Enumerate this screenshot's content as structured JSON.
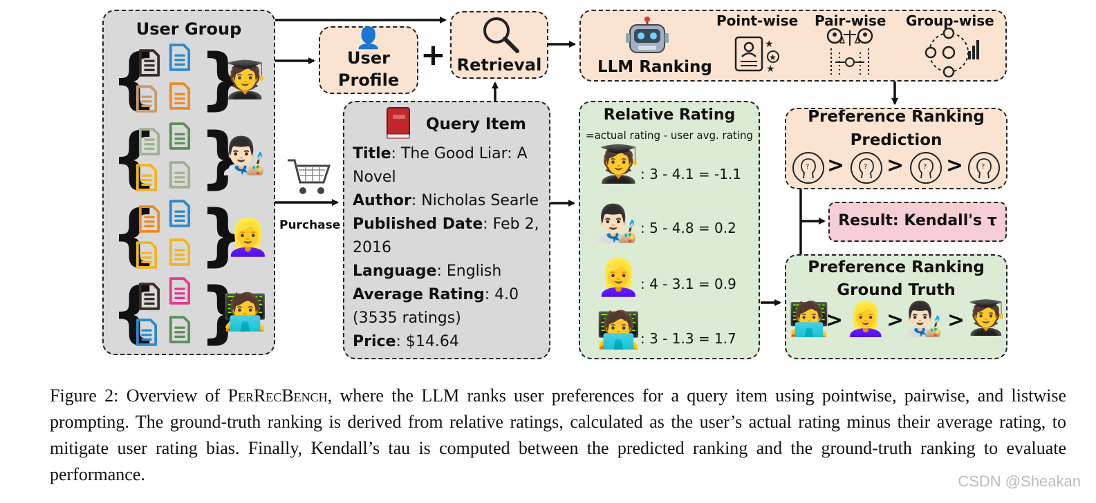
{
  "user_group": {
    "title": "User Group"
  },
  "purchase_label": "Purchase",
  "user_profile": {
    "line1": "User",
    "line2": "Profile"
  },
  "plus": "+",
  "retrieval": {
    "label": "Retrieval"
  },
  "llm_ranking": {
    "label": "LLM Ranking",
    "modes": [
      "Point-wise",
      "Pair-wise",
      "Group-wise"
    ]
  },
  "query_item": {
    "title": "Query Item",
    "fields": [
      {
        "key": "Title",
        "value": ": The Good Liar: A"
      },
      {
        "key": "",
        "value": "Novel"
      },
      {
        "key": "Author",
        "value": ": Nicholas Searle"
      },
      {
        "key": "Published Date",
        "value": ": Feb 2,"
      },
      {
        "key": "",
        "value": "2016"
      },
      {
        "key": "Language",
        "value": ": English"
      },
      {
        "key": "Average Rating",
        "value": ": 4.0"
      },
      {
        "key": "",
        "value": "(3535 ratings)"
      },
      {
        "key": "Price",
        "value": ": $14.64"
      }
    ]
  },
  "relative_rating": {
    "title": "Relative Rating",
    "subtitle": "=actual rating - user avg. rating",
    "rows": [
      ": 3 - 4.1 = -1.1",
      ": 5 - 4.8 = 0.2",
      ": 4 - 3.1 = 0.9",
      ": 3 - 1.3 = 1.7"
    ]
  },
  "prediction": {
    "line1": "Preference Ranking",
    "line2": "Prediction"
  },
  "result": {
    "label": "Result: Kendall's τ"
  },
  "ground_truth": {
    "line1": "Preference Ranking",
    "line2": "Ground Truth"
  },
  "gt_symbol": ">",
  "caption": {
    "prefix": "Figure 2: Overview of ",
    "name": "PerRecBench",
    "rest": ", where the LLM ranks user preferences for a query item using pointwise, pairwise, and listwise prompting. The ground-truth ranking is derived from relative ratings, calculated as the user’s actual rating minus their average rating, to mitigate user rating bias. Finally, Kendall’s tau is computed between the predicted ranking and the ground-truth ranking to evaluate performance."
  },
  "watermark": "CSDN @Sheakan",
  "users": {
    "graduate": "🧑‍🎓",
    "artist": "👨🏻‍🎨",
    "woman": "👱‍♀️",
    "technologist": "🧑‍💻",
    "robot": "🤖",
    "user_silhouette": "👤",
    "search": "🔍",
    "book": "📕",
    "cart": "🛒"
  },
  "colors": {
    "gray_box": "#d9d9d9",
    "peach_box": "#fbe3d1",
    "green_box": "#dcebd3",
    "pink_box": "#f5cfd4",
    "doc_dark": "#3a2b25",
    "doc_blue": "#2a8ad0",
    "doc_tan": "#c89b6e",
    "doc_orange": "#f08a22",
    "doc_sage": "#9db38f",
    "doc_green": "#5a8f5a",
    "doc_yellow": "#f2b51c",
    "doc_pink": "#e23c8c"
  }
}
